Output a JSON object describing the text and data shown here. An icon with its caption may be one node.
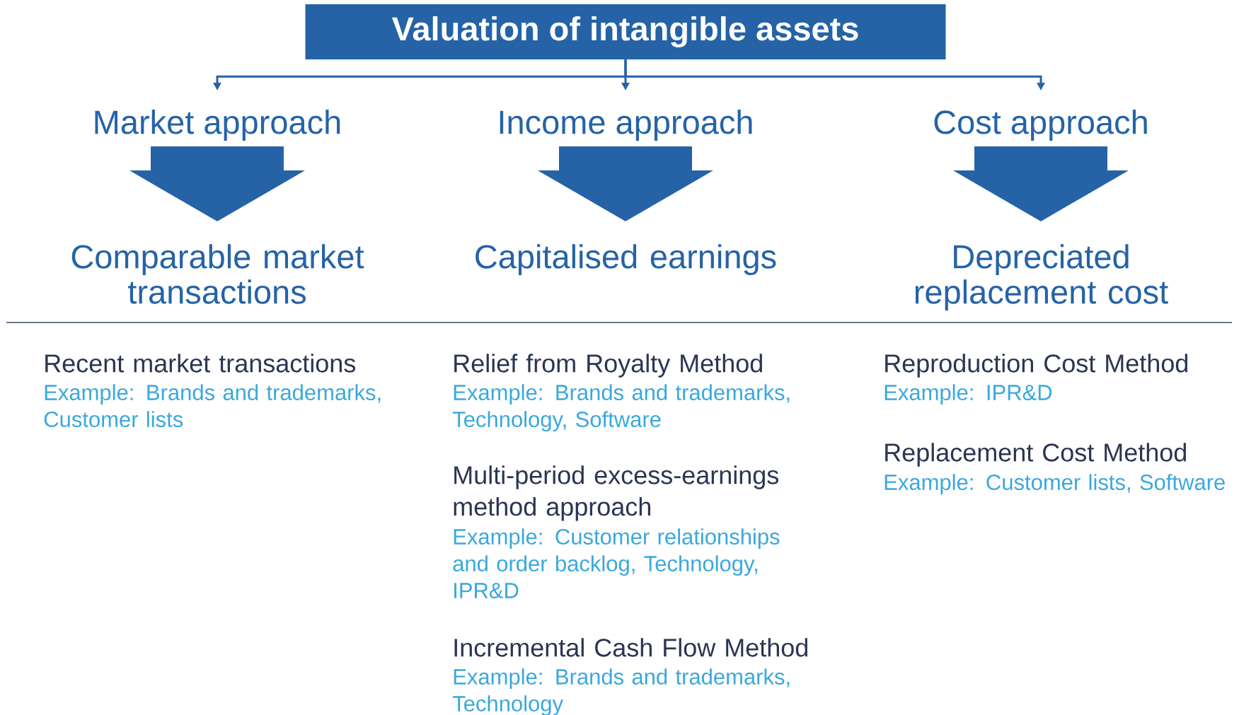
{
  "diagram": {
    "nodes": [
      {
        "text": [
          "Valuation of intangible assets"
        ]
      },
      {
        "text": [
          "Market approach"
        ]
      },
      {
        "text": [
          "Income approach"
        ]
      },
      {
        "text": [
          "Cost approach"
        ]
      },
      {
        "text": [
          "Comparable market transactions"
        ]
      },
      {
        "text": [
          "Capitalised earnings"
        ]
      },
      {
        "text": [
          "Depreciated replacement cost"
        ]
      }
    ],
    "edges": [
      {
        "from": 0,
        "to": 1,
        "arrow": "to"
      },
      {
        "from": 0,
        "to": 2,
        "arrow": "to"
      },
      {
        "from": 0,
        "to": 3,
        "arrow": "to"
      },
      {
        "from": 1,
        "to": 4,
        "arrow": "to",
        "style": "thick"
      },
      {
        "from": 2,
        "to": 5,
        "arrow": "to",
        "style": "thick"
      },
      {
        "from": 3,
        "to": 6,
        "arrow": "to",
        "style": "thick"
      }
    ],
    "labels": [
      "Recent market transactions",
      "Example: Brands and trademarks, Customer lists",
      "Relief from Royalty Method",
      "Example: Brands and trademarks, Technology, Software",
      "Multi-period excess-earnings method approach",
      "Example: Customer relationships and order backlog, Technology, IPR&D",
      "Incremental Cash Flow Method",
      "Example: Brands and trademarks, Technology",
      "Reproduction Cost Method",
      "Example: IPR&D",
      "Replacement Cost Method",
      "Example: Customer lists, Software"
    ]
  }
}
